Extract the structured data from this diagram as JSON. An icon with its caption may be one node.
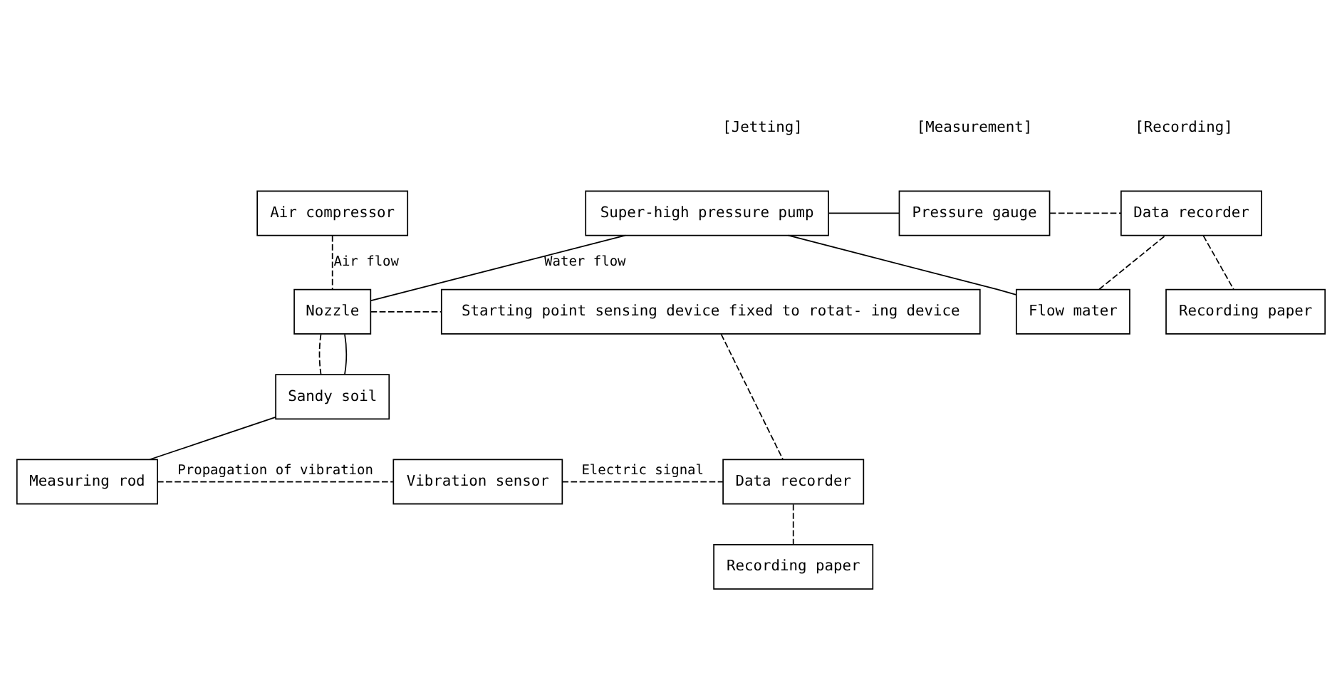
{
  "diagram": {
    "nodes": [
      {
        "text": [
          "Air compressor"
        ]
      },
      {
        "text": [
          "Super-high pressure pump"
        ]
      },
      {
        "text": [
          "Pressure gauge"
        ]
      },
      {
        "text": [
          "Flow mater"
        ]
      },
      {
        "text": [
          "Data recorder"
        ]
      },
      {
        "text": [
          "Recording paper"
        ]
      },
      {
        "text": [
          "Nozzle"
        ]
      },
      {
        "text": [
          "Starting point sensing device fixed to rotat- ing device"
        ]
      },
      {
        "text": [
          "Sandy soil"
        ]
      },
      {
        "text": [
          "Measuring rod"
        ]
      },
      {
        "text": [
          "Vibration sensor"
        ]
      },
      {
        "text": [
          "Data recorder"
        ]
      },
      {
        "text": [
          "Recording paper"
        ]
      }
    ],
    "edges": [
      {
        "from": 0,
        "to": 6,
        "arrow": "none",
        "style": "dashed",
        "label": "Air flow"
      },
      {
        "from": 1,
        "to": 6,
        "arrow": "none",
        "label": "Water flow"
      },
      {
        "from": 1,
        "to": 2,
        "arrow": "none"
      },
      {
        "from": 1,
        "to": 3,
        "arrow": "none"
      },
      {
        "from": 2,
        "to": 4,
        "arrow": "none",
        "style": "dashed"
      },
      {
        "from": 3,
        "to": 4,
        "arrow": "none",
        "style": "dashed"
      },
      {
        "from": 4,
        "to": 5,
        "arrow": "none",
        "style": "dashed"
      },
      {
        "from": 6,
        "to": 7,
        "arrow": "none",
        "style": "dashed"
      },
      {
        "from": 7,
        "to": 11,
        "arrow": "none",
        "style": "dashed"
      },
      {
        "from": 6,
        "to": 8,
        "arrow": "none",
        "style": "dashed"
      },
      {
        "from": 6,
        "to": 8,
        "arrow": "none"
      },
      {
        "from": 8,
        "to": 9,
        "arrow": "none"
      },
      {
        "from": 9,
        "to": 10,
        "arrow": "none",
        "style": "dashed",
        "label": "Propagation of vibration"
      },
      {
        "from": 10,
        "to": 11,
        "arrow": "none",
        "style": "dashed",
        "label": "Electric signal"
      },
      {
        "from": 11,
        "to": 12,
        "arrow": "none",
        "style": "dashed"
      }
    ],
    "labels": [
      "[Jetting]",
      "[Measurement]",
      "[Recording]"
    ]
  }
}
